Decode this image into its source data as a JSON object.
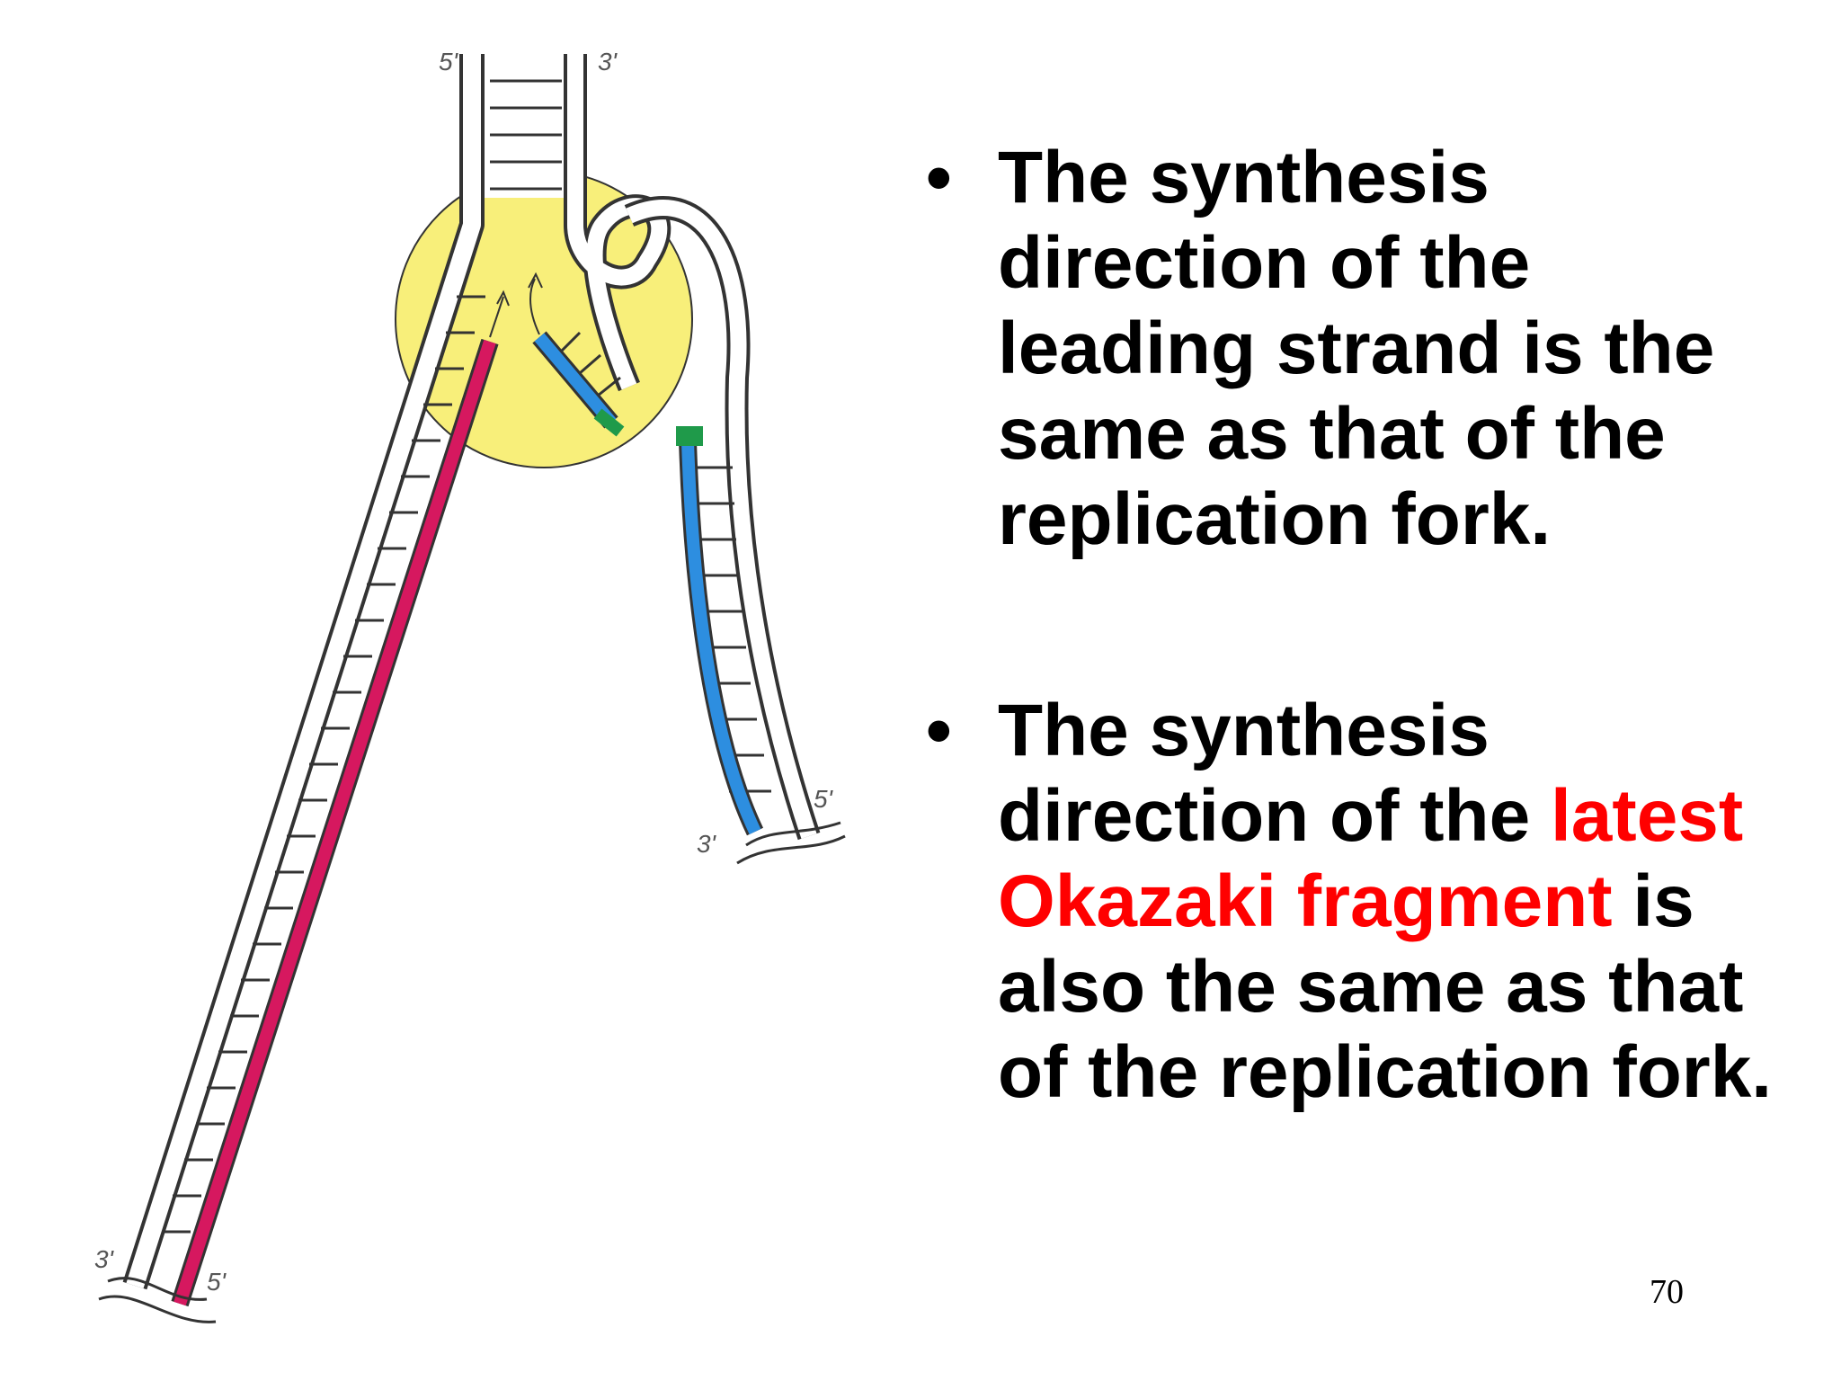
{
  "diagram": {
    "labels": {
      "top_left": "5'",
      "top_right": "3'",
      "lagging_right": "5'",
      "lagging_left": "3'",
      "bottom_left": "3'",
      "bottom_right": "5'"
    },
    "colors": {
      "leading_strand": "#d6185f",
      "okazaki_fragment": "#2d8ee0",
      "primer": "#1f9a4a",
      "replisome": "#f8ef7a"
    }
  },
  "bullets": [
    {
      "symbol": "•",
      "text": "The synthesis direction of the leading strand is the same as that of the replication fork."
    },
    {
      "symbol": "•",
      "text_before": "The synthesis direction of the ",
      "highlight": "latest Okazaki fragment",
      "text_after": " is also the same as that of the replication fork."
    }
  ],
  "page_number": "70"
}
